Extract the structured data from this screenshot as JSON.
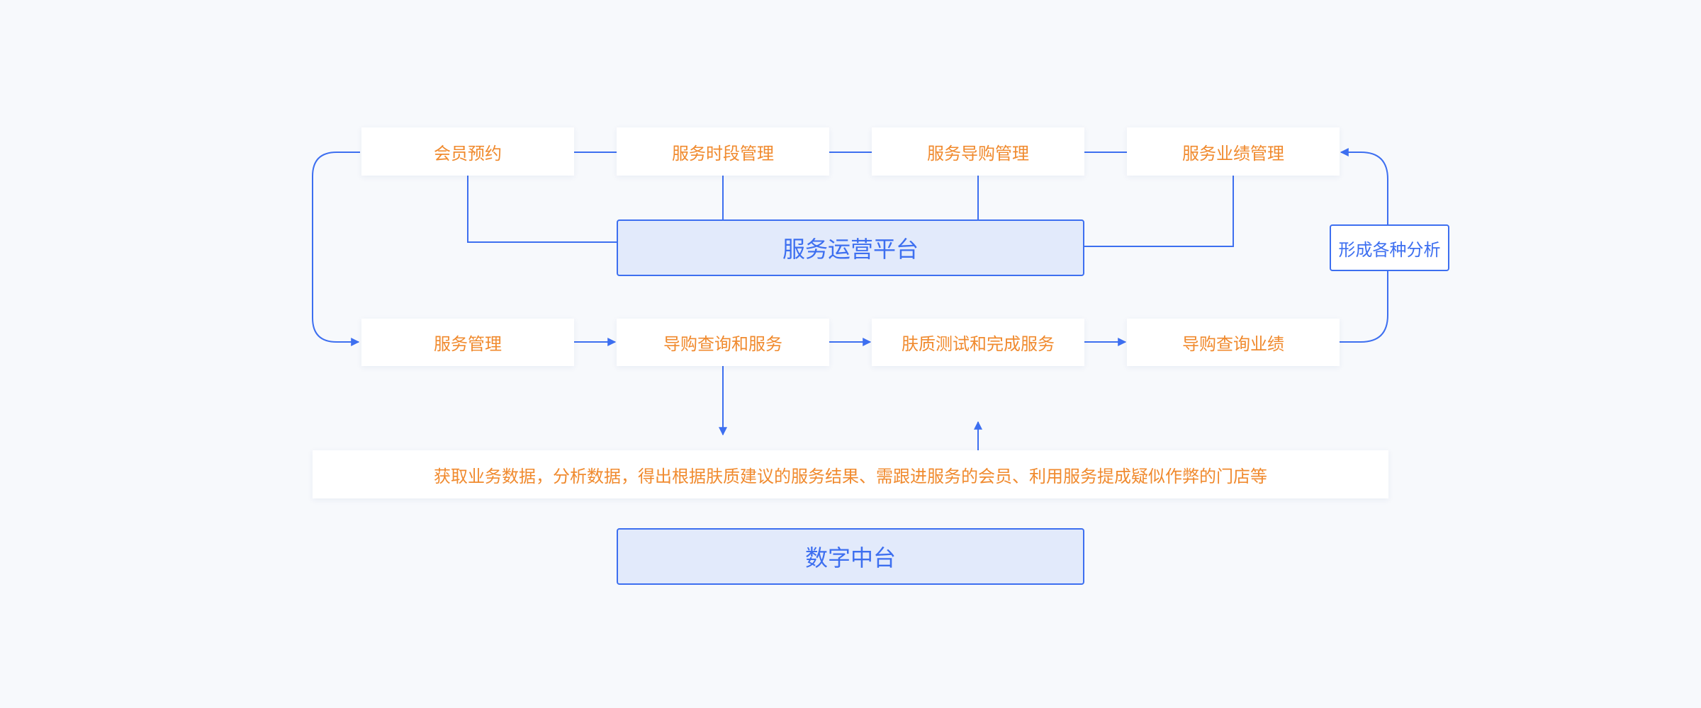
{
  "top_row": [
    "会员预约",
    "服务时段管理",
    "服务导购管理",
    "服务业绩管理"
  ],
  "bottom_row": [
    "服务管理",
    "导购查询和服务",
    "肤质测试和完成服务",
    "导购查询业绩"
  ],
  "service_platform": "服务运营平台",
  "analysis_tag": "形成各种分析",
  "data_banner": "获取业务数据，分析数据，得出根据肤质建议的服务结果、需跟进服务的会员、利用服务提成疑似作弊的门店等",
  "digital_platform": "数字中台",
  "colors": {
    "line": "#3d6ff0",
    "text_orange": "#f08a2e",
    "platform_fill": "#e2eafb",
    "background": "#f7f9fc"
  }
}
